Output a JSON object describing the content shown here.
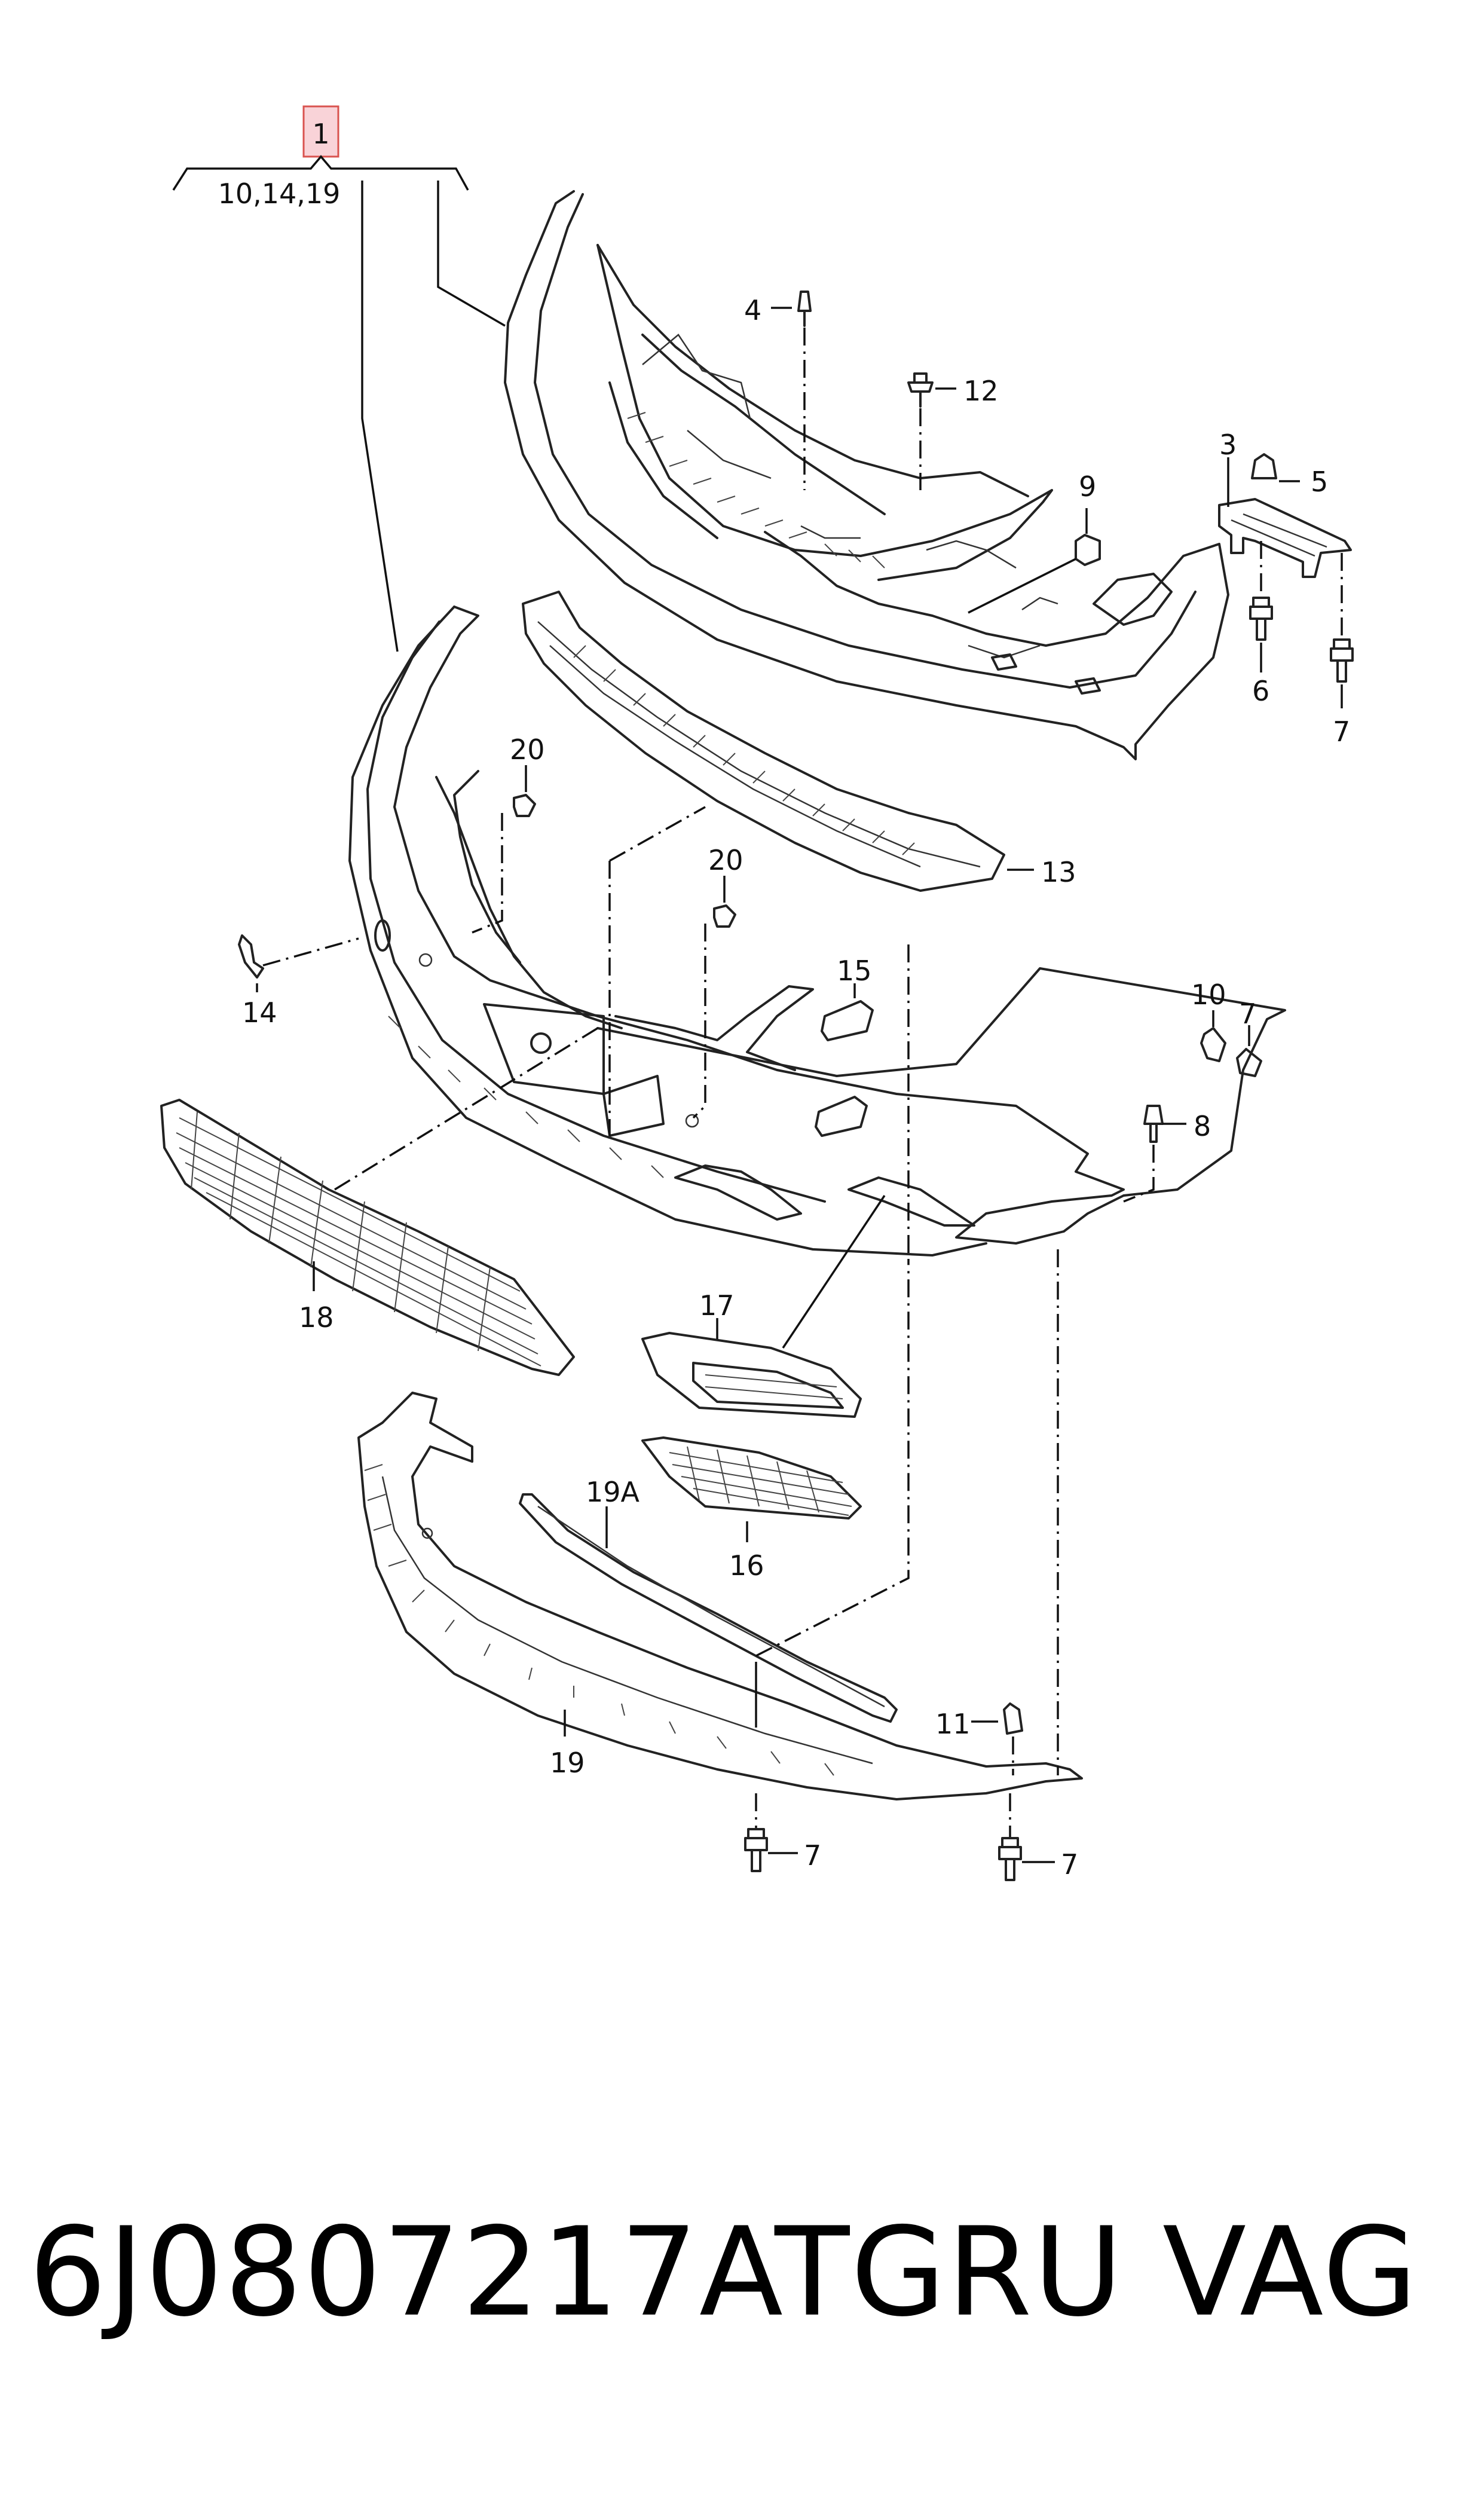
{
  "callouts": {
    "c1": "1",
    "c1_sub": "10,14,19",
    "c3": "3",
    "c4": "4",
    "c5": "5",
    "c6": "6",
    "c7a": "7",
    "c7b": "7",
    "c7c": "7",
    "c7d": "7",
    "c8": "8",
    "c9": "9",
    "c10": "10",
    "c11": "11",
    "c12": "12",
    "c13": "13",
    "c14": "14",
    "c15": "15",
    "c16": "16",
    "c17": "17",
    "c18": "18",
    "c19": "19",
    "c19a": "19A",
    "c20a": "20",
    "c20b": "20"
  },
  "footer": {
    "part_number": "6J0807217ATGRU",
    "brand": "VAG"
  },
  "colors": {
    "highlight_fill": "#f9d3d8",
    "highlight_stroke": "#d9534f"
  }
}
